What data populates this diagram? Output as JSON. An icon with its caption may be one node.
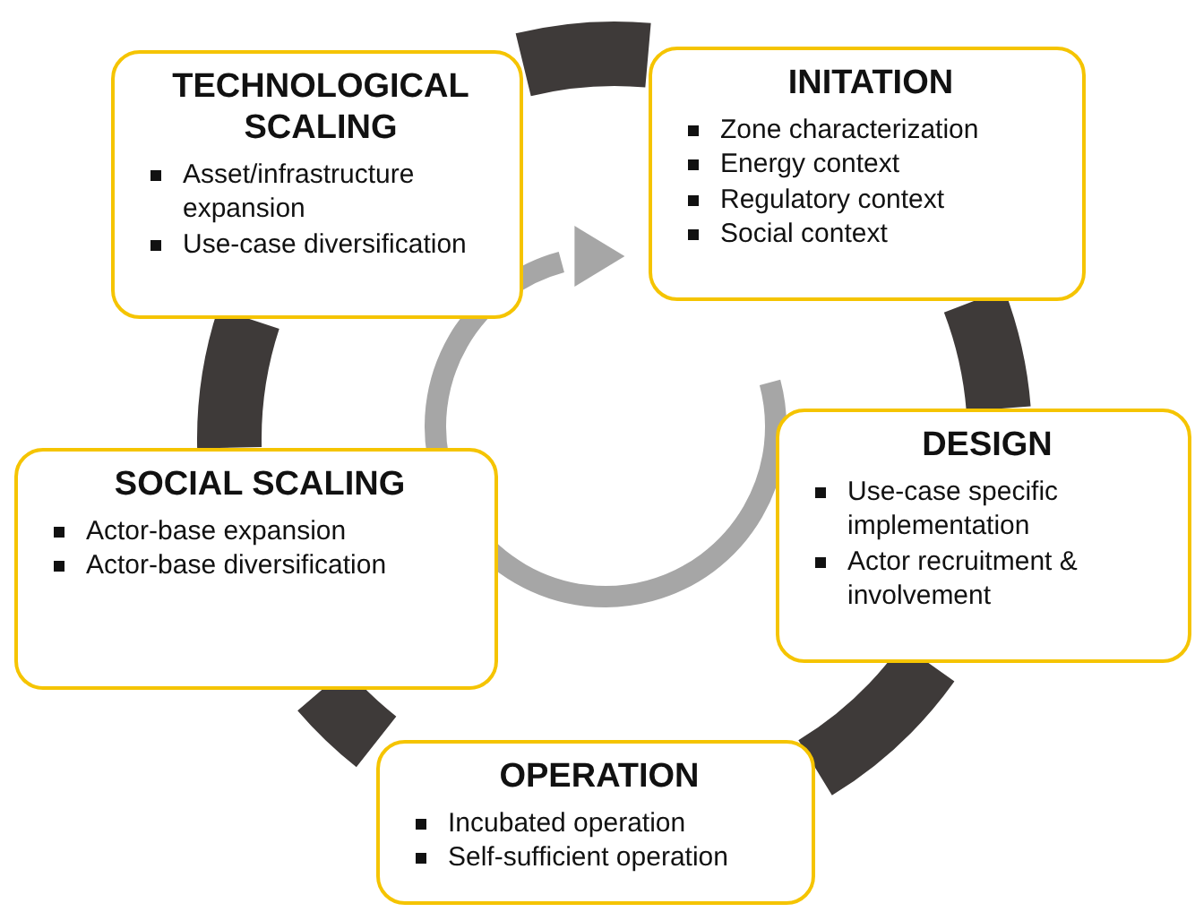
{
  "diagram": {
    "nodes": [
      {
        "text": [
          "TECHNOLOGICAL SCALING",
          "Asset/infrastructure expansion",
          "Use-case diversification"
        ]
      },
      {
        "text": [
          "INITATION",
          "Zone characterization",
          "Energy context",
          "Regulatory context",
          "Social context"
        ]
      },
      {
        "text": [
          "SOCIAL SCALING",
          "Actor-base expansion",
          "Actor-base diversification"
        ]
      },
      {
        "text": [
          "DESIGN",
          "Use-case specific implementation",
          "Actor recruitment & involvement"
        ]
      },
      {
        "text": [
          "OPERATION",
          "Incubated operation",
          "Self-sufficient operation"
        ]
      }
    ],
    "edges": [
      {
        "from": 1,
        "to": 3,
        "arrow": "none"
      },
      {
        "from": 3,
        "to": 4,
        "arrow": "none"
      },
      {
        "from": 4,
        "to": 2,
        "arrow": "none"
      },
      {
        "from": 2,
        "to": 0,
        "arrow": "none"
      },
      {
        "from": 0,
        "to": 1,
        "arrow": "none"
      }
    ]
  }
}
